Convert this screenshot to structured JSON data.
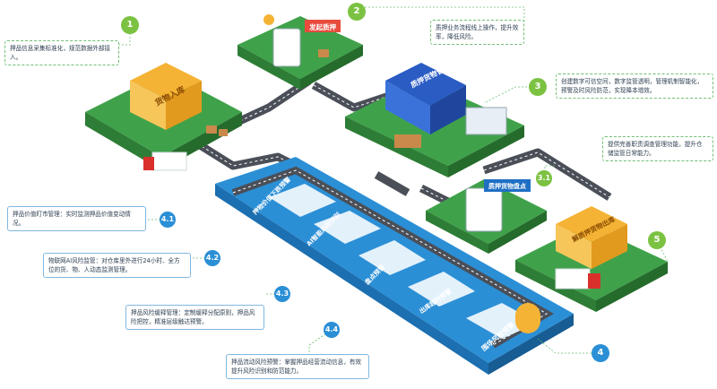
{
  "steps": {
    "s1": {
      "num": "1",
      "text": "押品信息采集标准化，规范数据外部接入。"
    },
    "s2": {
      "num": "2",
      "text": "质押业务流程线上操作，提升效率，降低风险。"
    },
    "s3": {
      "num": "3",
      "text": "创建数字可信空间，数字监管透明，管理机制智能化，预警及时风险防范，实现降本增效。"
    },
    "s31": {
      "num": "3.1",
      "text": "提供完善职责调查管理功能，提升仓储监管日常能力。"
    },
    "s41": {
      "num": "4.1",
      "text": "押品价值盯市管理：实时监测押品价值变动情况。"
    },
    "s42": {
      "num": "4.2",
      "text": "物联网AI风险监管：对仓库里外进行24小时、全方位的货、物、人动态监测管理。"
    },
    "s43": {
      "num": "4.3",
      "text": "押品风险缓释管理：定制缓释分配原则，押品风险把控，精准层级触达预警。"
    },
    "s44": {
      "num": "4.4",
      "text": "押品流动风险预警：掌握押品经营流动信息，有效提升风险识别和防范能力。"
    },
    "s4": {
      "num": "4"
    },
    "s5": {
      "num": "5"
    }
  },
  "scene": {
    "warehouse_in": "货物入库",
    "pledge_start": "发起质押",
    "warehouse_mgmt": "质押货物管理",
    "pledge_check": "质押货物盘点",
    "release_out": "解质押货物出库",
    "monitor": "押物价值下跌预警",
    "ai_risk": "AI智能风险识别",
    "inventory": "盘点预警",
    "outbound": "出库超时预警",
    "zone_warn": "围场风险预警"
  },
  "colors": {
    "green_island": "#3fa24a",
    "blue_platform": "#2b8fd6",
    "road": "#4a4f58"
  }
}
